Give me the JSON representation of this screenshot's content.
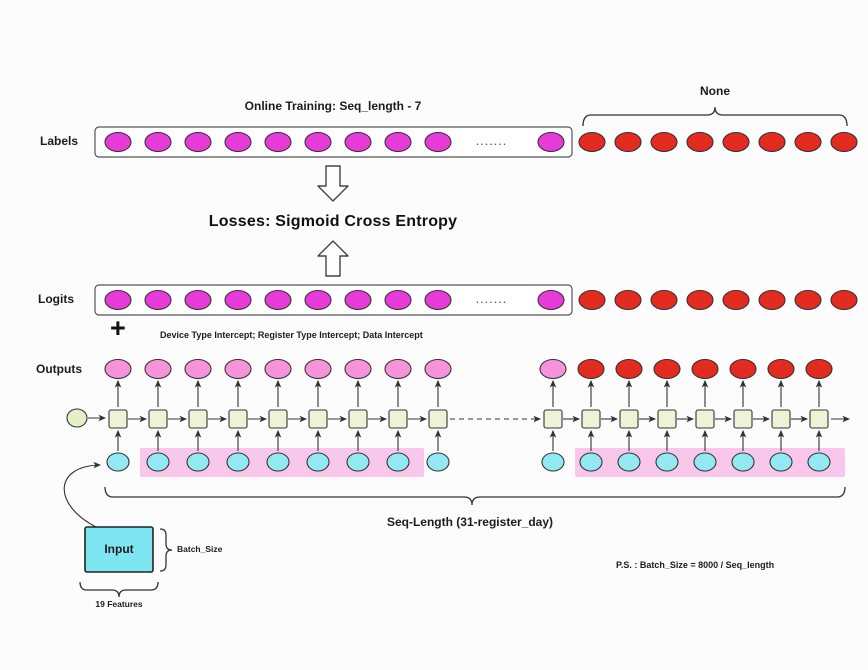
{
  "texts": {
    "online_training": "Online Training: Seq_length - 7",
    "none_label": "None",
    "labels_label": "Labels",
    "losses_title": "Losses: Sigmoid Cross Entropy",
    "logits_label": "Logits",
    "plus_sign": "+",
    "intercepts": "Device Type Intercept; Register Type Intercept; Data Intercept",
    "outputs_label": "Outputs",
    "ellipsis": ".......",
    "seq_brace_label": "Seq-Length (31-register_day)",
    "input_box_label": "Input",
    "batch_size_label": "Batch_Size",
    "features_label": "19 Features",
    "ps_note": "P.S. : Batch_Size = 8000 / Seq_length"
  },
  "colors": {
    "magenta": "#e73bd9",
    "red": "#e32b20",
    "pink": "#f693dd",
    "cyan": "#92e9f2",
    "cell_fill": "#eef3d8",
    "init_fill": "#e4f0c8",
    "band_pink": "#f9c7ec",
    "input_fill": "#7ee6f2",
    "stroke": "#333333"
  },
  "structure": {
    "labels_row": {
      "magenta_count": 9,
      "tail_count": 1,
      "red_count": 8
    },
    "logits_row": {
      "magenta_count": 9,
      "tail_count": 1,
      "red_count": 8
    },
    "outputs_row": {
      "left_pink_count": 9,
      "right_pink_count": 1,
      "right_red_count": 7
    },
    "rnn": {
      "left_cells": 9,
      "right_cells": 8
    },
    "inputs_row": {
      "left_cyan_count": 9,
      "right_cyan_count": 8
    }
  }
}
